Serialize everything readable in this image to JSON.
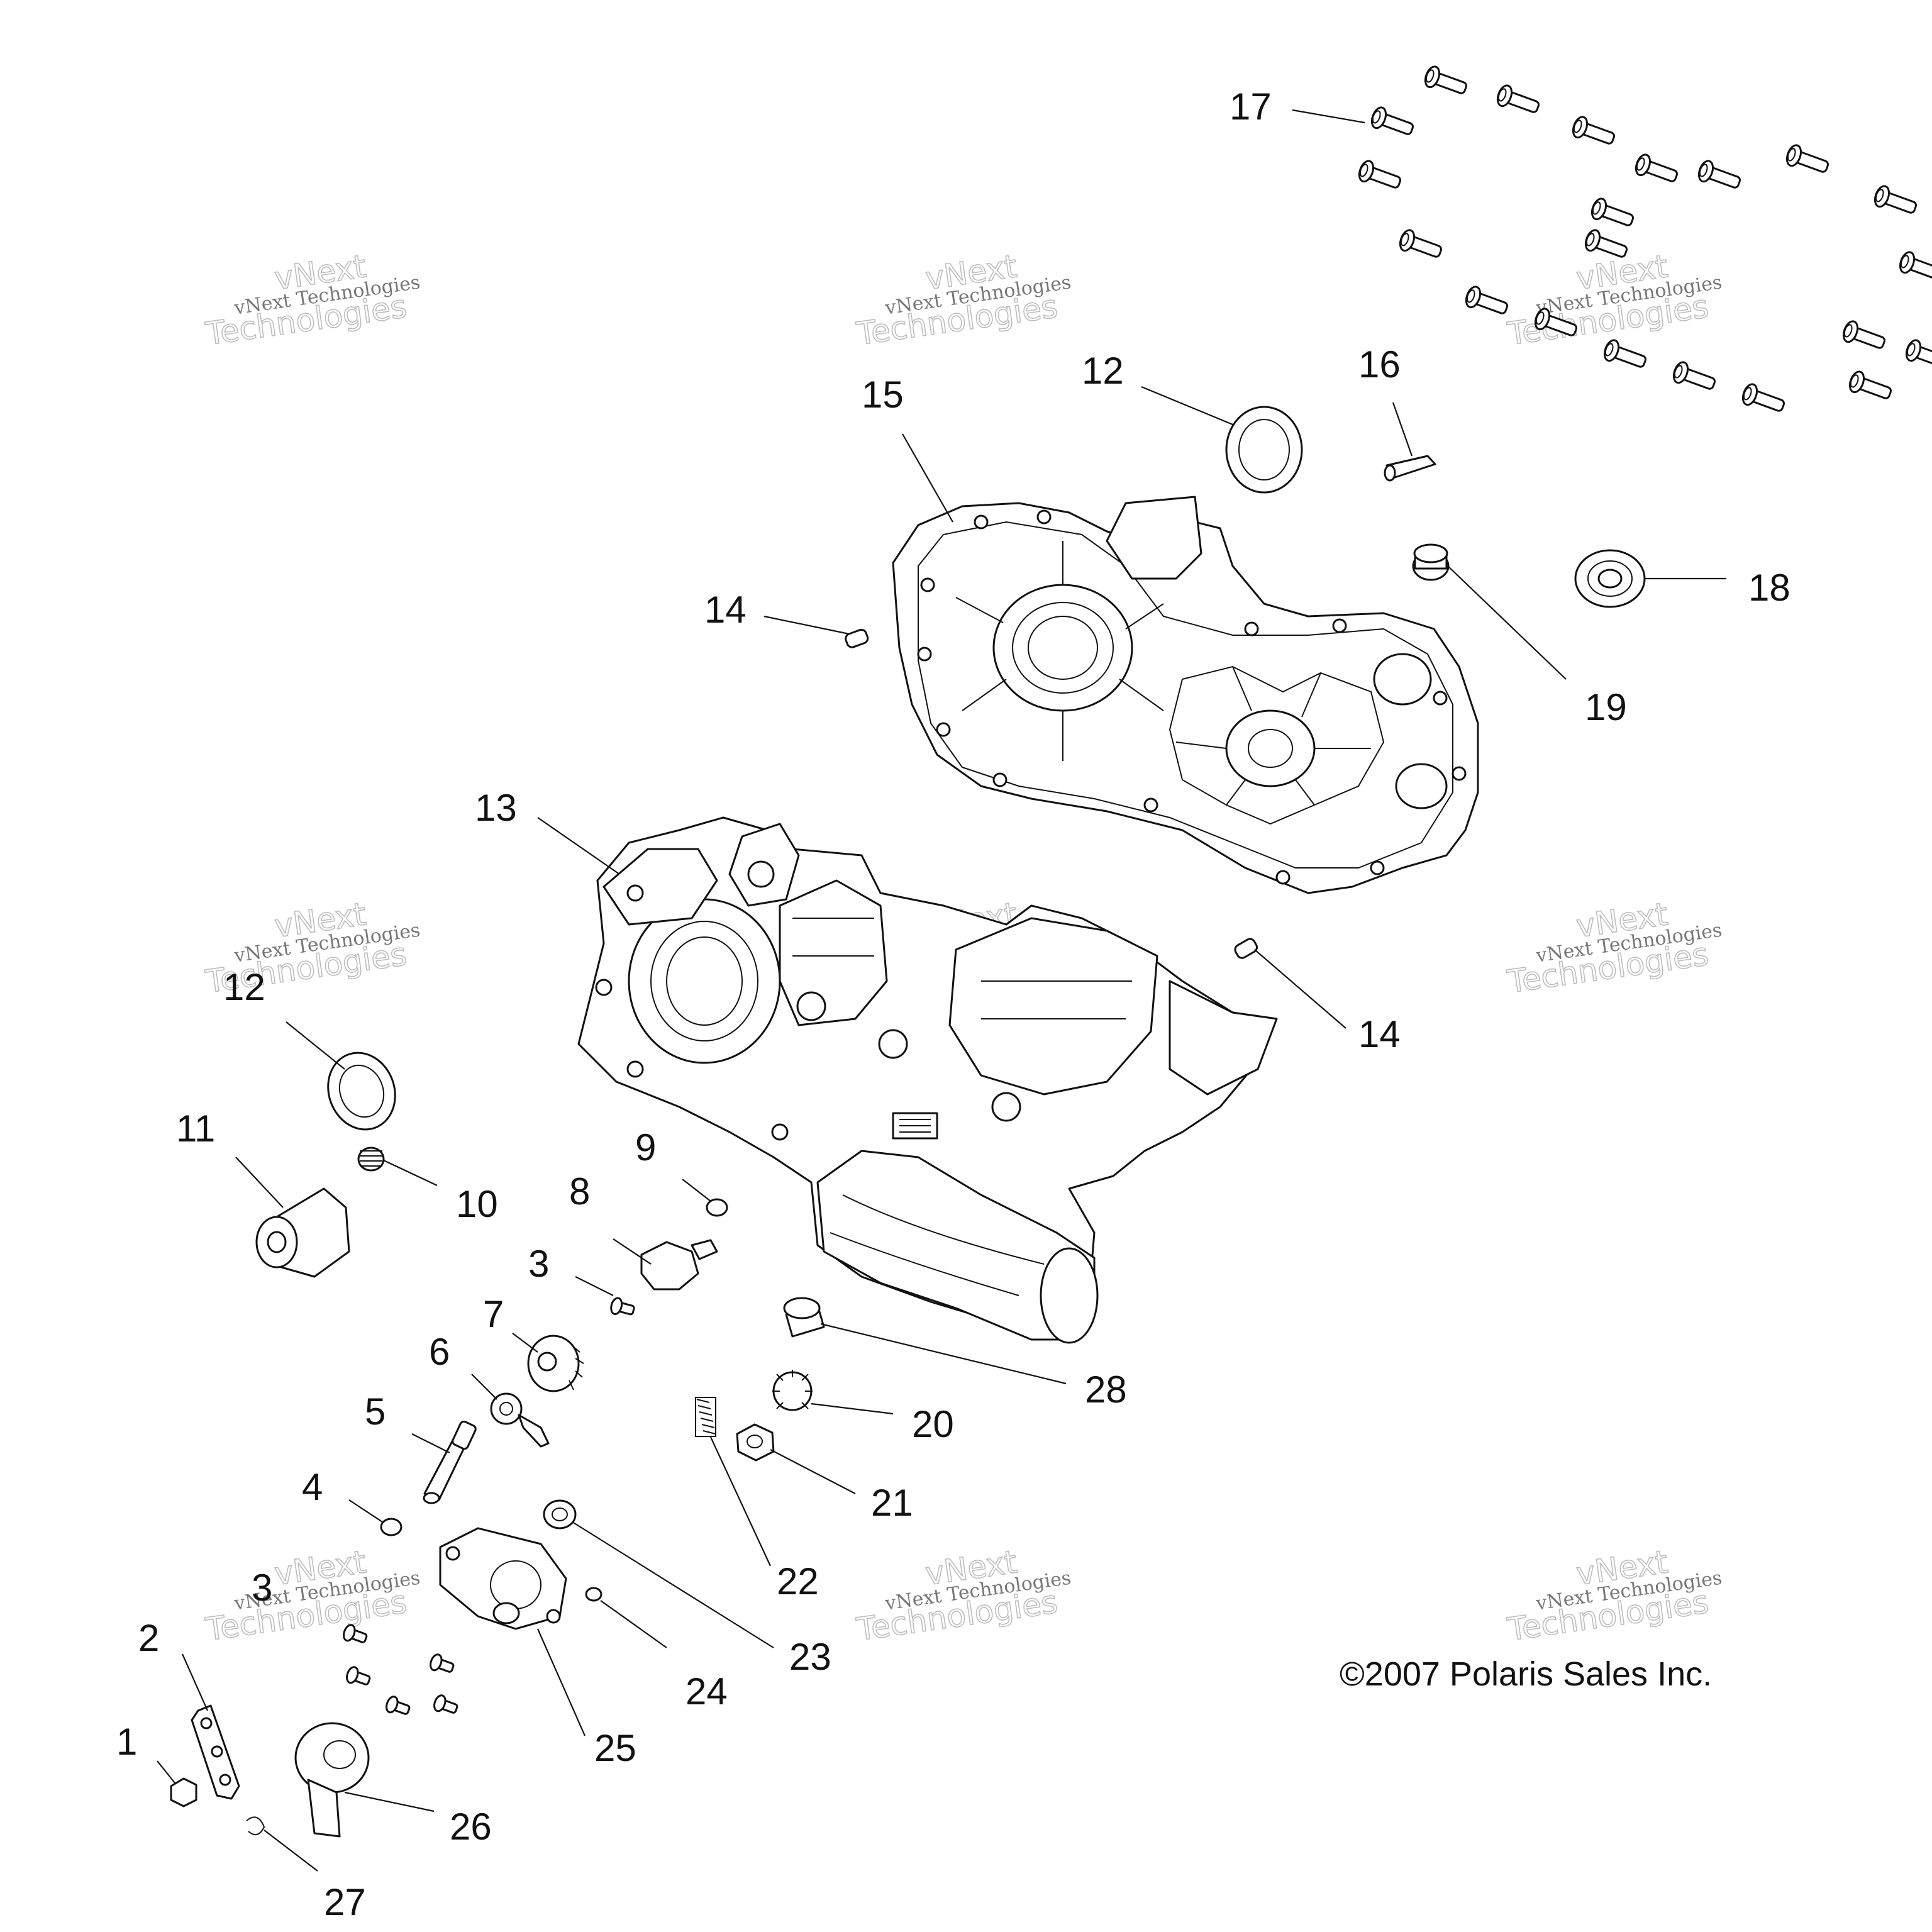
{
  "diagram": {
    "copyright": "©2007 Polaris Sales Inc.",
    "watermark": {
      "line1": "vNext",
      "line2": "vNext Technologies",
      "line3": "Technologies"
    },
    "callouts": {
      "c1": "1",
      "c2": "2",
      "c3a": "3",
      "c3b": "3",
      "c4": "4",
      "c5": "5",
      "c6": "6",
      "c7": "7",
      "c8": "8",
      "c9": "9",
      "c10": "10",
      "c11": "11",
      "c12a": "12",
      "c12b": "12",
      "c13": "13",
      "c14a": "14",
      "c14b": "14",
      "c15": "15",
      "c16": "16",
      "c17": "17",
      "c18": "18",
      "c19": "19",
      "c20": "20",
      "c21": "21",
      "c22": "22",
      "c23": "23",
      "c24": "24",
      "c25": "25",
      "c26": "26",
      "c27": "27",
      "c28": "28"
    }
  }
}
